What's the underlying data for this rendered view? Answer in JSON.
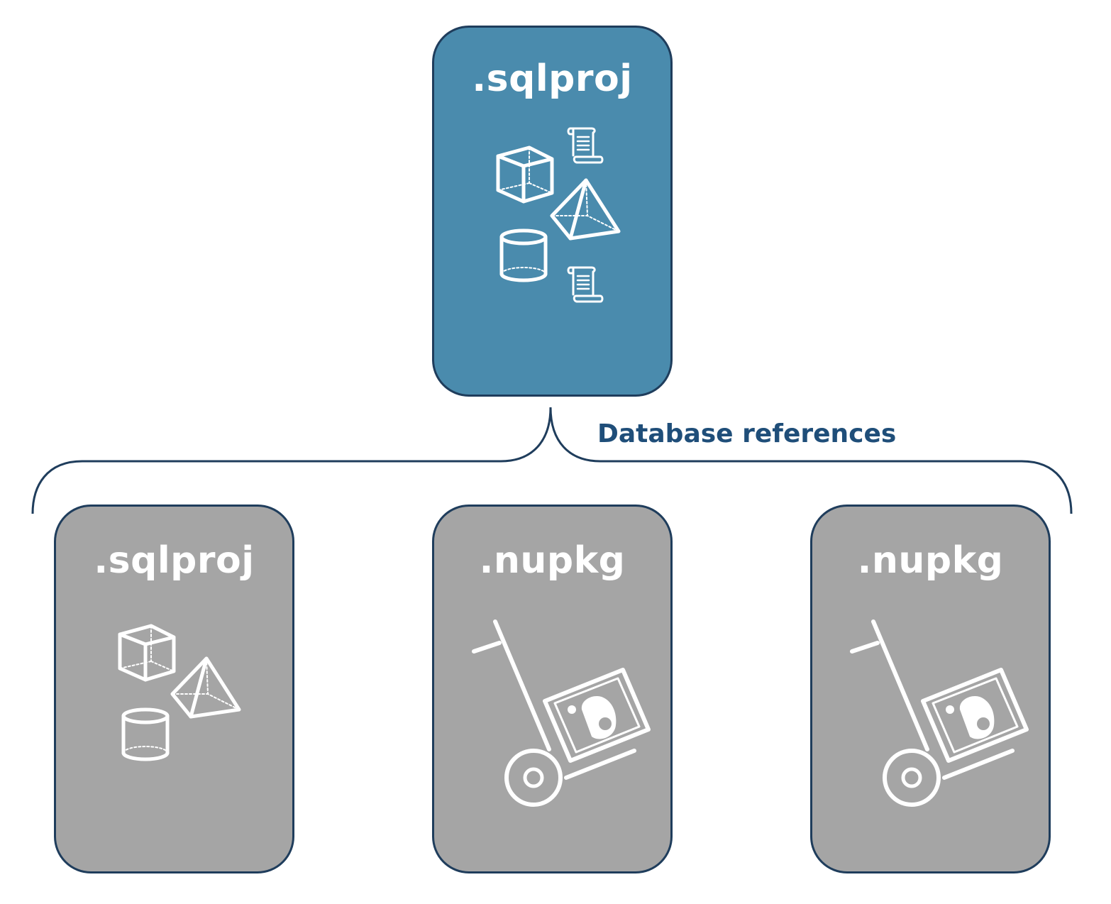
{
  "colors": {
    "primary_card": "#4a8bad",
    "secondary_card": "#a5a5a5",
    "border": "#1f3d5c",
    "label": "#1f4e79",
    "icon": "#ffffff"
  },
  "main_project": {
    "title": ".sqlproj",
    "icons": [
      "cube-icon",
      "pyramid-icon",
      "cylinder-icon",
      "script-scroll-icon",
      "script-scroll-icon"
    ]
  },
  "references_label": "Database references",
  "references": [
    {
      "title": ".sqlproj",
      "icons": [
        "cube-icon",
        "pyramid-icon",
        "cylinder-icon"
      ]
    },
    {
      "title": ".nupkg",
      "icons": [
        "hand-truck-package-icon"
      ]
    },
    {
      "title": ".nupkg",
      "icons": [
        "hand-truck-package-icon"
      ]
    }
  ]
}
